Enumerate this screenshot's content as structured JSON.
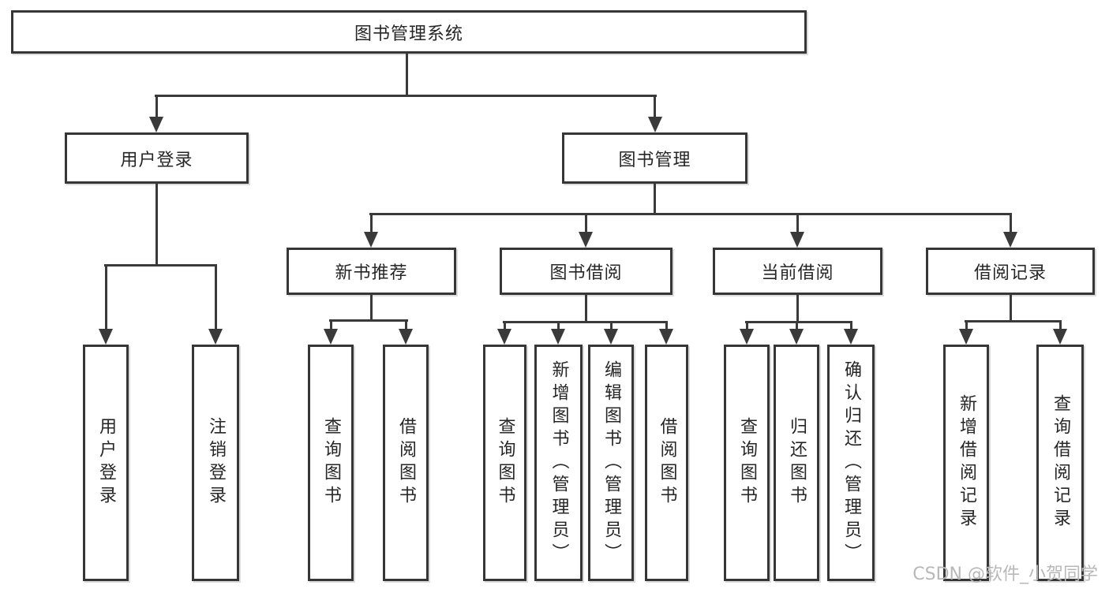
{
  "diagram": {
    "title_node": {
      "label": "图书管理系统"
    },
    "level2": [
      {
        "label": "用户登录"
      },
      {
        "label": "图书管理"
      }
    ],
    "level3": [
      {
        "label": "新书推荐",
        "parent": "图书管理"
      },
      {
        "label": "图书借阅",
        "parent": "图书管理"
      },
      {
        "label": "当前借阅",
        "parent": "图书管理"
      },
      {
        "label": "借阅记录",
        "parent": "图书管理"
      }
    ],
    "leaves": [
      {
        "label": "用户登录",
        "parent": "用户登录"
      },
      {
        "label": "注销登录",
        "parent": "用户登录"
      },
      {
        "label": "查询图书",
        "parent": "新书推荐"
      },
      {
        "label": "借阅图书",
        "parent": "新书推荐"
      },
      {
        "label": "查询图书",
        "parent": "图书借阅"
      },
      {
        "label": "新增图书（管理员）",
        "parent": "图书借阅"
      },
      {
        "label": "编辑图书（管理员）",
        "parent": "图书借阅"
      },
      {
        "label": "借阅图书",
        "parent": "图书借阅"
      },
      {
        "label": "查询图书",
        "parent": "当前借阅"
      },
      {
        "label": "归还图书",
        "parent": "当前借阅"
      },
      {
        "label": "确认归还（管理员）",
        "parent": "当前借阅"
      },
      {
        "label": "新增借阅记录",
        "parent": "借阅记录"
      },
      {
        "label": "查询借阅记录",
        "parent": "借阅记录"
      }
    ]
  },
  "watermark": {
    "text": "CSDN @软件_小贺同学"
  },
  "colors": {
    "line": "#3a3a3a",
    "border": "#363636",
    "text": "#262626",
    "wm": "#b8b8b8",
    "bg": "#ffffff"
  }
}
